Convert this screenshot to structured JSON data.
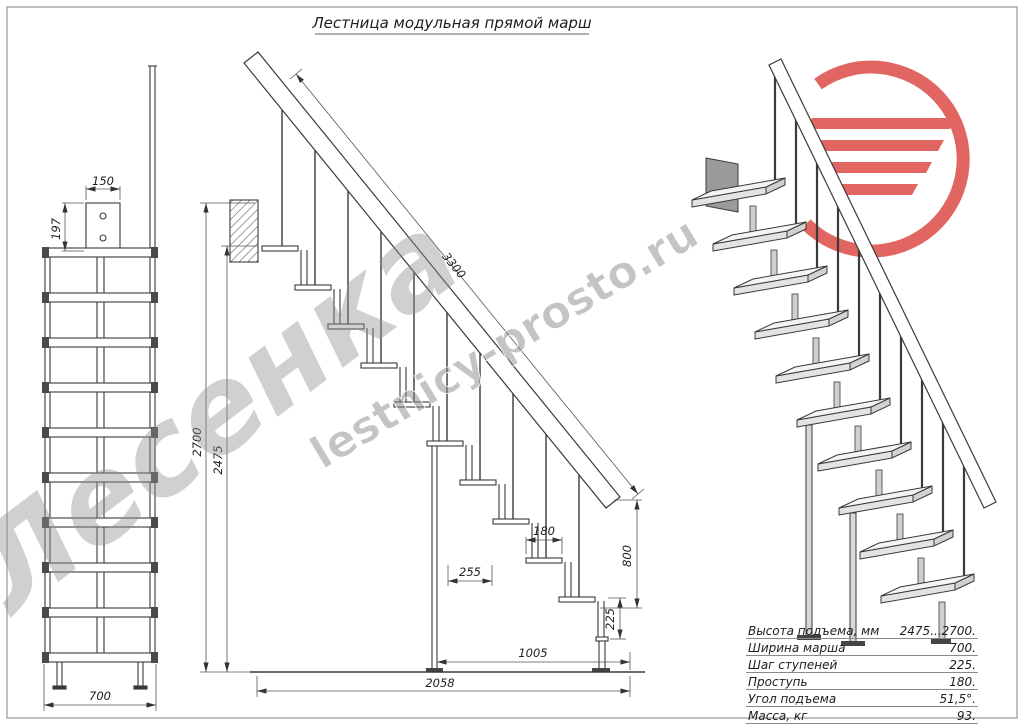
{
  "page": {
    "title": "Лестница модульная прямой марш"
  },
  "watermarks": {
    "brand": "Лесенка",
    "site": "lestnicy-prosto.ru"
  },
  "logo": {
    "color": "#dc4b45",
    "name": "red-swoosh-emblem"
  },
  "views": {
    "front": {
      "dims": {
        "bracket_width": "150",
        "bracket_offset": "197",
        "march_width": "700"
      }
    },
    "side": {
      "dims": {
        "rail_length": "3300",
        "height_max": "2700",
        "height_min": "2475",
        "tread_depth": "180",
        "module_step": "255",
        "support_height": "800",
        "rise": "225",
        "support_span": "1005",
        "total_run": "2058"
      }
    }
  },
  "spec_table": {
    "rows": [
      {
        "label": "Высота подъема, мм",
        "value": "2475...2700."
      },
      {
        "label": "Ширина марша",
        "value": "700."
      },
      {
        "label": "Шаг ступеней",
        "value": "225."
      },
      {
        "label": "Проступь",
        "value": "180."
      },
      {
        "label": "Угол подъема",
        "value": "51,5°."
      },
      {
        "label": "Масса, кг",
        "value": "93."
      }
    ]
  }
}
